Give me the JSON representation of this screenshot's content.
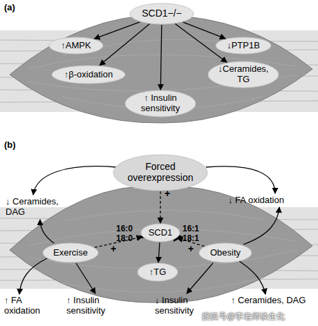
{
  "diagram": {
    "nodes": [
      {
        "text": [
          "SCD1−/−"
        ]
      },
      {
        "text": [
          "↑AMPK"
        ]
      },
      {
        "text": [
          "↓PTP1B"
        ]
      },
      {
        "text": [
          "↑β-oxidation"
        ]
      },
      {
        "text": [
          "↓Ceramides, TG"
        ]
      },
      {
        "text": [
          "↑ Insulin sensitivity"
        ]
      },
      {
        "text": [
          "Forced overexpression"
        ]
      },
      {
        "text": [
          "SCD1"
        ]
      },
      {
        "text": [
          "Exercise"
        ]
      },
      {
        "text": [
          "Obesity"
        ]
      },
      {
        "text": [
          "↑TG"
        ]
      }
    ],
    "edges": [
      {
        "from": 0,
        "to": 1,
        "arrow": "to"
      },
      {
        "from": 0,
        "to": 2,
        "arrow": "to"
      },
      {
        "from": 0,
        "to": 3,
        "arrow": "to"
      },
      {
        "from": 0,
        "to": 4,
        "arrow": "to"
      },
      {
        "from": 0,
        "to": 5,
        "arrow": "to"
      },
      {
        "from": 6,
        "to": 7,
        "arrow": "to"
      },
      {
        "from": 8,
        "to": 7,
        "arrow": "to"
      },
      {
        "from": 9,
        "to": 7,
        "arrow": "to"
      },
      {
        "from": 7,
        "to": 10,
        "arrow": "to"
      }
    ],
    "labels": [
      "(a)",
      "(b)",
      "↓ Ceramides, DAG",
      "↓ FA oxidation",
      "+",
      "16:0 18:0",
      "16:1 18:1",
      "+",
      "+",
      "↑ FA oxidation",
      "↑ Insulin sensitivity",
      "↓ Insulin sensitivity",
      "↑ Ceramides, DAG",
      "搜狐号@李老师谈生化"
    ]
  }
}
